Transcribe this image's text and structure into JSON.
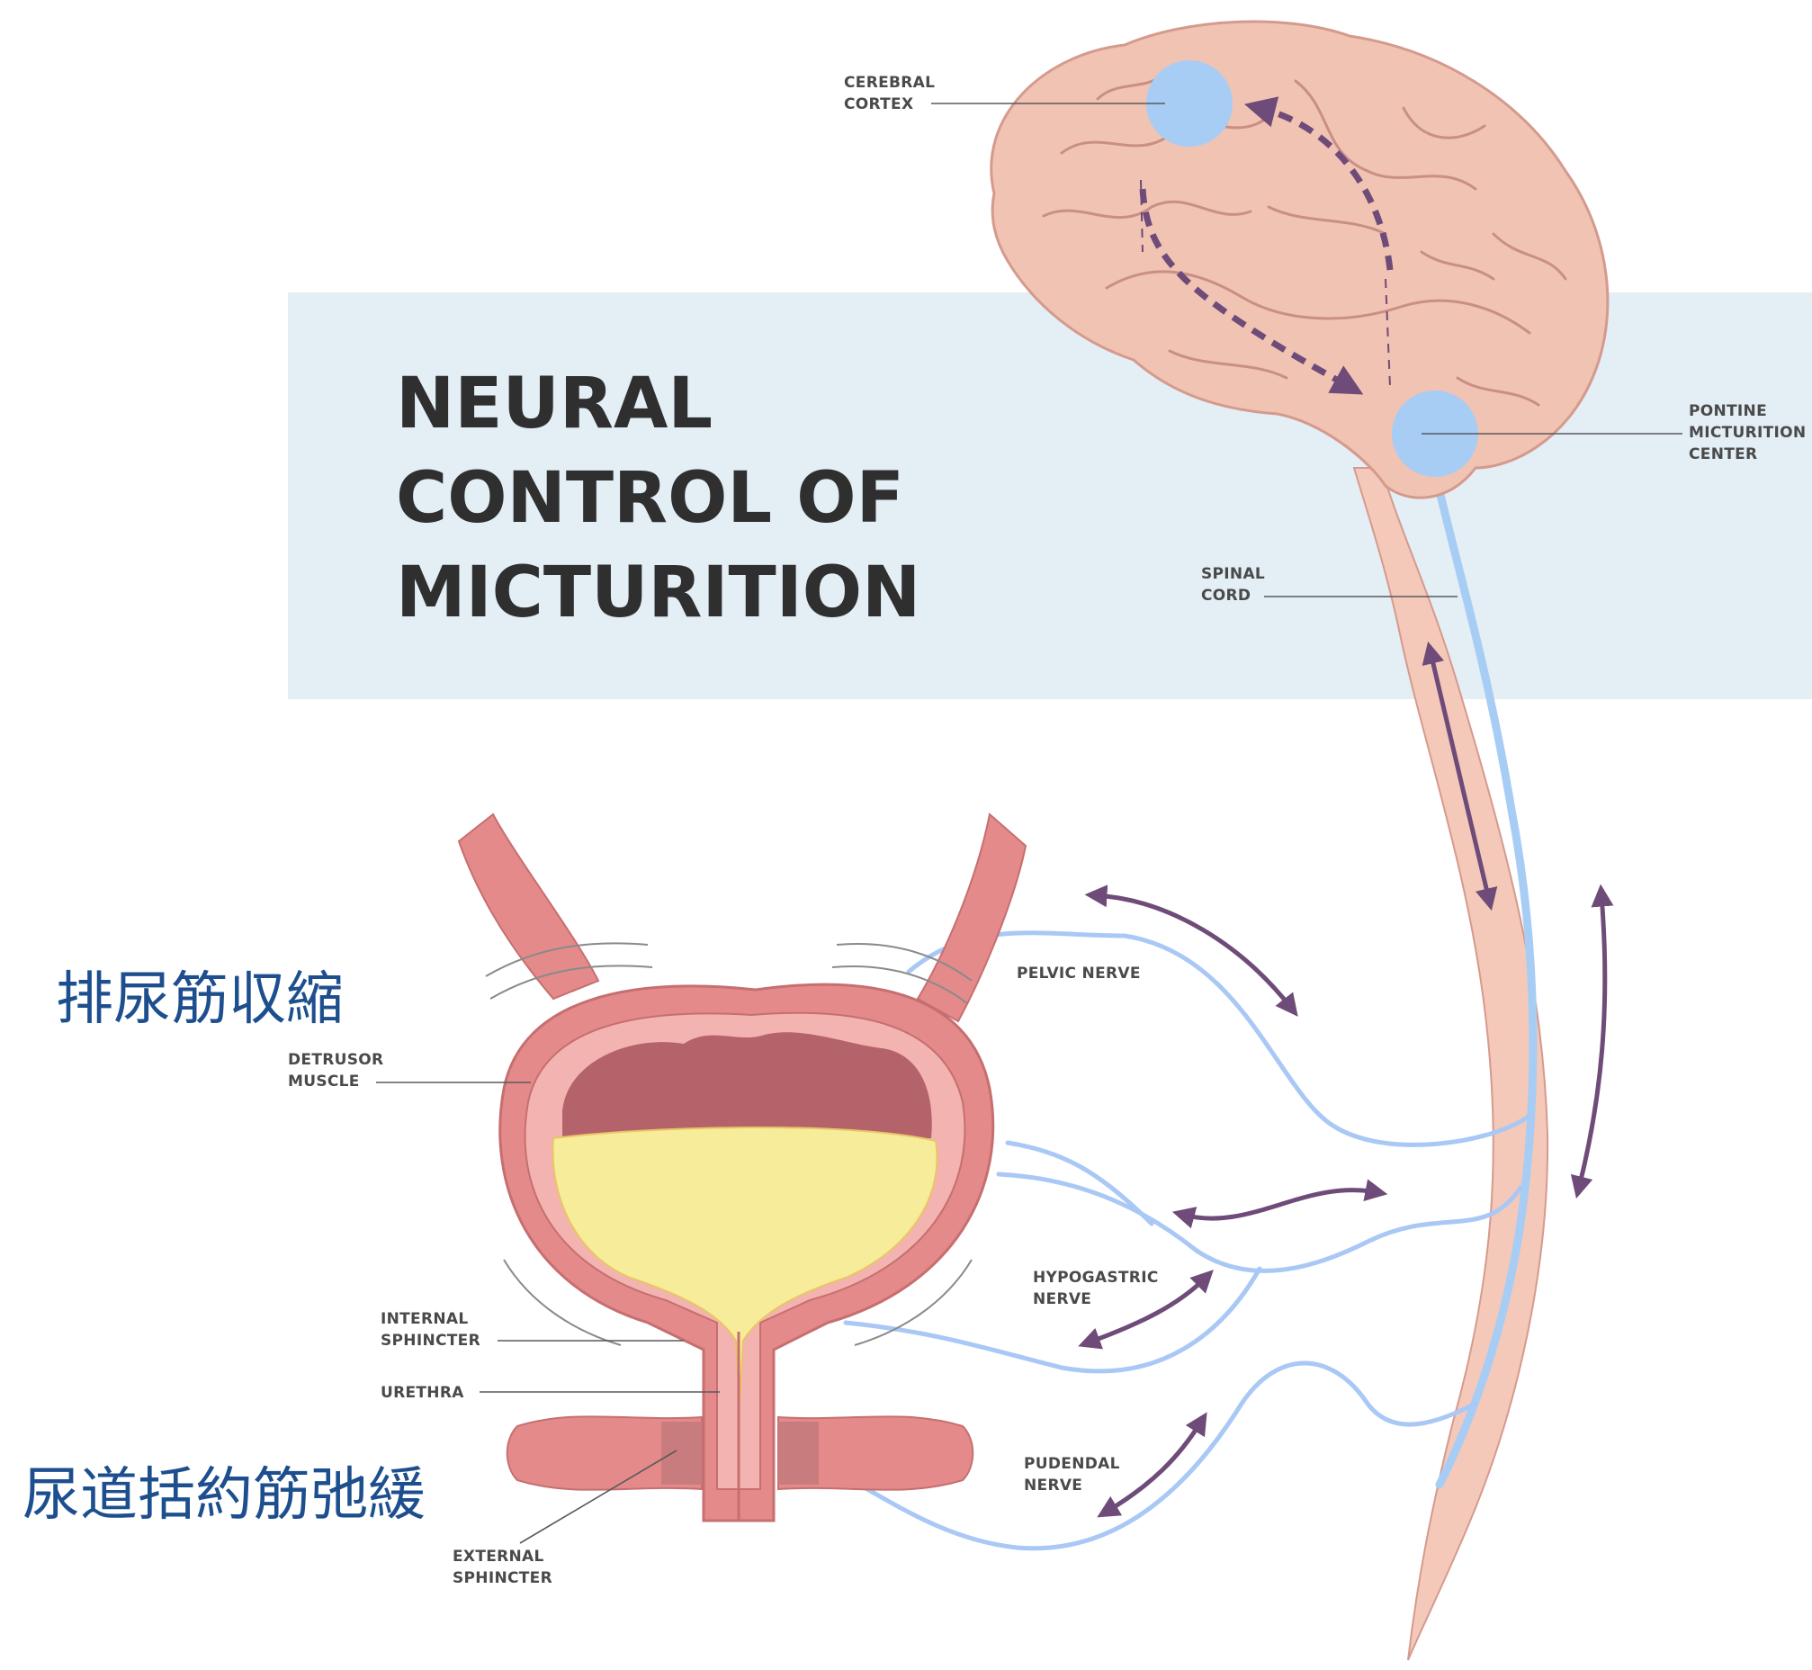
{
  "title": {
    "line1": "NEURAL",
    "line2": "CONTROL OF",
    "line3": "MICTURITION"
  },
  "labels": {
    "cerebral_cortex": [
      "CEREBRAL",
      "CORTEX"
    ],
    "pontine_center": [
      "PONTINE",
      "MICTURITION",
      "CENTER"
    ],
    "spinal_cord": [
      "SPINAL",
      "CORD"
    ],
    "pelvic_nerve": [
      "PELVIC NERVE"
    ],
    "hypogastric_nerve": [
      "HYPOGASTRIC",
      "NERVE"
    ],
    "pudendal_nerve": [
      "PUDENDAL",
      "NERVE"
    ],
    "detrusor_muscle": [
      "DETRUSOR",
      "MUSCLE"
    ],
    "internal_sphincter": [
      "INTERNAL",
      "SPHINCTER"
    ],
    "urethra": [
      "URETHRA"
    ],
    "external_sphincter": [
      "EXTERNAL",
      "SPHINCTER"
    ]
  },
  "annotations": {
    "detrusor_contraction": "排尿筋収縮",
    "sphincter_relaxation": "尿道括約筋弛緩"
  },
  "colors": {
    "panel": "#e3eef5",
    "brain": "#f1c3b3",
    "brain_outline": "#d59a8e",
    "spinal_cord": "#f4c9b9",
    "highlight": "#a7cdf5",
    "bladder_wall": "#e58a8a",
    "bladder_inner": "#f3b3b0",
    "bladder_dark": "#b5636a",
    "urine": "#f6ec9a",
    "arrow": "#6e4b78",
    "nerve": "#a9c8f5",
    "title_text": "#2f2f2f",
    "japanese_text": "#1d4f8f"
  }
}
